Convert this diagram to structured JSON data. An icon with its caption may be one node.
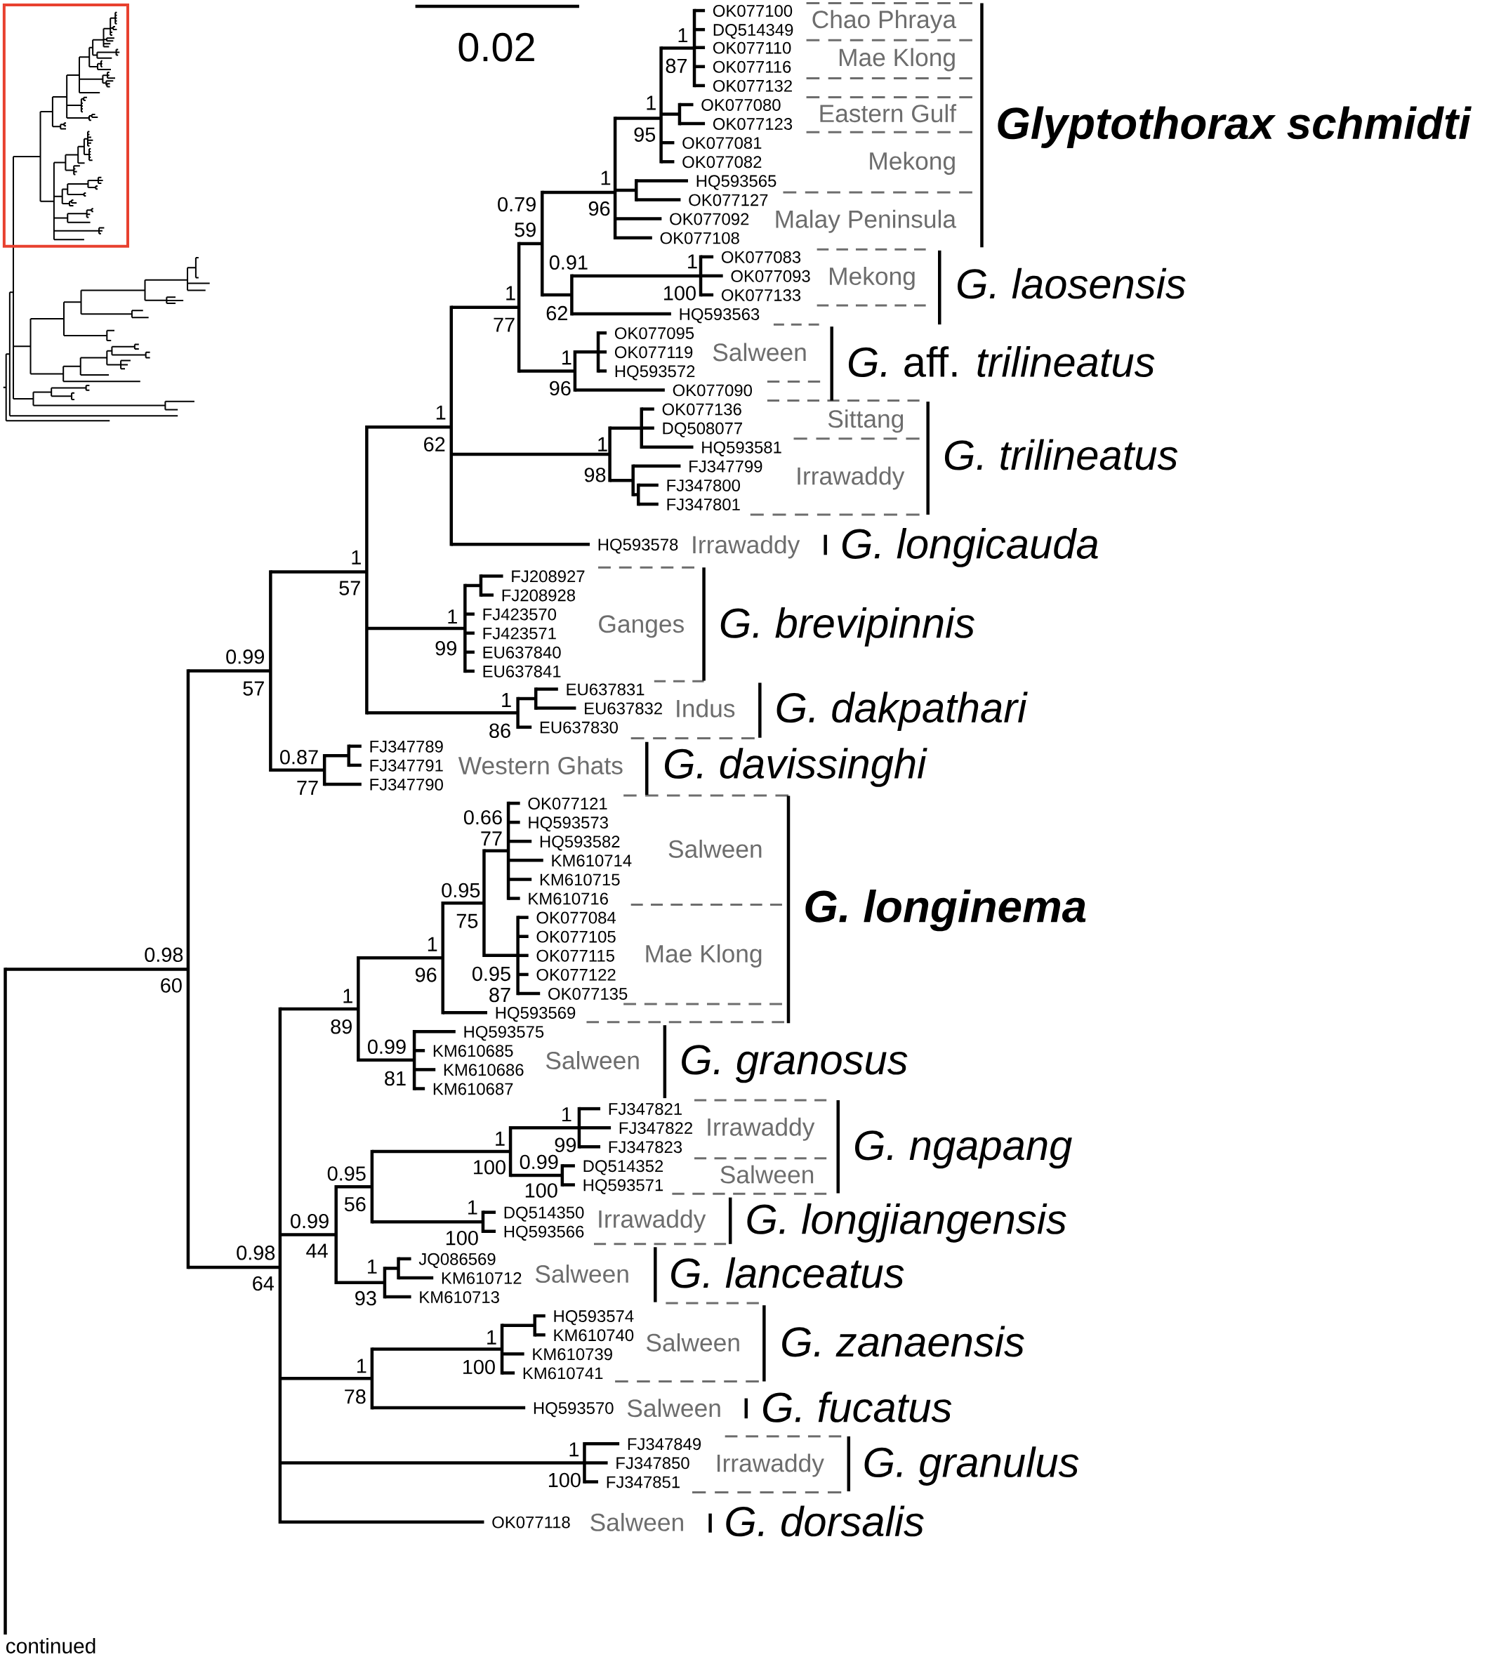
{
  "diagram": {
    "labels": [
      "0.02",
      "1",
      "87",
      "1",
      "95",
      "1",
      "0.79",
      "96",
      "59",
      "OK077100",
      "DQ514349",
      "OK077110",
      "OK077116",
      "OK077132",
      "OK077080",
      "OK077123",
      "OK077081",
      "OK077082",
      "HQ593565",
      "OK077127",
      "OK077092",
      "OK077108",
      "Chao Phraya",
      "Mae Klong",
      "Eastern Gulf",
      "Mekong",
      "Malay Peninsula",
      "Glyptothorax schmidti",
      "0.91",
      "62",
      "1",
      "100",
      "OK077083",
      "OK077093",
      "OK077133",
      "HQ593563",
      "Mekong",
      "G. laosensis",
      "1",
      "77",
      "1",
      "96",
      "OK077095",
      "OK077119",
      "HQ593572",
      "OK077090",
      "Salween",
      "*G.* aff. *trilineatus*",
      "1",
      "62",
      "1",
      "98",
      "OK077136",
      "DQ508077",
      "HQ593581",
      "FJ347799",
      "FJ347800",
      "FJ347801",
      "Sittang",
      "Irrawaddy",
      "G. trilineatus",
      "HQ593578",
      "Irrawaddy",
      "G. longicauda",
      "1",
      "57",
      "1",
      "99",
      "FJ208927",
      "FJ208928",
      "FJ423570",
      "FJ423571",
      "EU637840",
      "EU637841",
      "Ganges",
      "G. brevipinnis",
      "1",
      "86",
      "EU637831",
      "EU637832",
      "EU637830",
      "Indus",
      "G. dakpathari",
      "0.99",
      "57",
      "0.87",
      "77",
      "FJ347789",
      "FJ347791",
      "FJ347790",
      "Western Ghats",
      "G. davissinghi",
      "0.98",
      "60",
      "0.66",
      "77",
      "0.95",
      "75",
      "1",
      "96",
      "0.95",
      "87",
      "OK077121",
      "HQ593573",
      "HQ593582",
      "KM610714",
      "KM610715",
      "KM610716",
      "OK077084",
      "OK077105",
      "OK077115",
      "OK077122",
      "OK077135",
      "HQ593569",
      "Salween",
      "Mae Klong",
      "G. longinema",
      "1",
      "89",
      "0.99",
      "81",
      "HQ593575",
      "KM610685",
      "KM610686",
      "KM610687",
      "Salween",
      "G. granosus",
      "0.95",
      "56",
      "1",
      "100",
      "1",
      "99",
      "0.99",
      "100",
      "FJ347821",
      "FJ347822",
      "FJ347823",
      "DQ514352",
      "HQ593571",
      "Irrawaddy",
      "Salween",
      "G. ngapang",
      "0.99",
      "44",
      "1",
      "100",
      "DQ514350",
      "HQ593566",
      "Irrawaddy",
      "G. longjiangensis",
      "0.98",
      "64",
      "1",
      "93",
      "JQ086569",
      "KM610712",
      "KM610713",
      "Salween",
      "G. lanceatus",
      "1",
      "100",
      "HQ593574",
      "KM610740",
      "KM610739",
      "KM610741",
      "Salween",
      "G. zanaensis",
      "1",
      "78",
      "HQ593570",
      "Salween",
      "G. fucatus",
      "1",
      "100",
      "FJ347849",
      "FJ347850",
      "FJ347851",
      "Irrawaddy",
      "G. granulus",
      "OK077118",
      "Salween",
      "G. dorsalis",
      "continued"
    ]
  }
}
